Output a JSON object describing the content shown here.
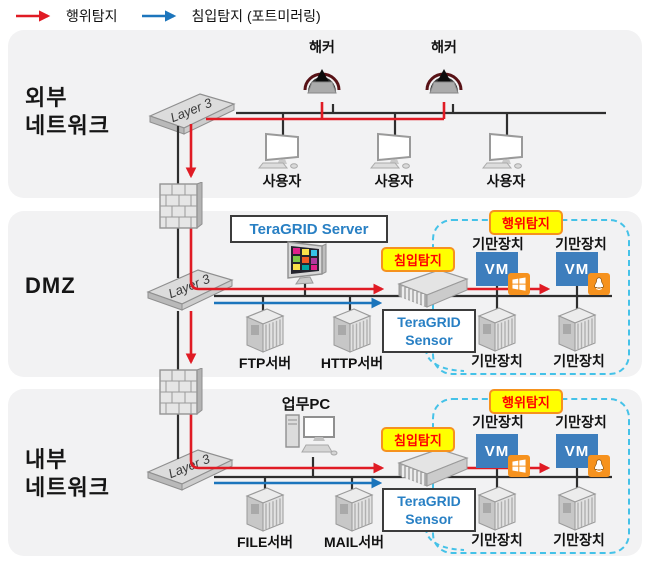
{
  "legend": {
    "behavior_label": "행위탐지",
    "intrusion_label": "침입탐지 (포트미러링)"
  },
  "colors": {
    "behavior_arrow_red": "#e01b24",
    "intrusion_arrow_blue": "#1c75bc",
    "deception_dashed_cyan": "#45c2e8",
    "vm_blue": "#3d7ebd",
    "os_chip_orange": "#f6921e",
    "badge_yellow": "#ffff00",
    "badge_text_red": "#ff0000",
    "teragrid_text_blue": "#2980c4",
    "zone_background": "#f2f2f3"
  },
  "zones": {
    "external": {
      "label": "외부\n네트워크",
      "switch_label": "Layer 3",
      "hackers": [
        "해커",
        "해커"
      ],
      "users": [
        "사용자",
        "사용자",
        "사용자"
      ]
    },
    "dmz": {
      "label": "DMZ",
      "switch_label": "Layer 3",
      "server_box_label": "TeraGRID Server",
      "intrusion_badge": "침입탐지",
      "behavior_badge": "행위탐지",
      "sensor_box_label": "TeraGRID\nSensor",
      "vm_caption": "VM",
      "vm_labels": [
        "기만장치",
        "기만장치"
      ],
      "deception_labels": [
        "기만장치",
        "기만장치"
      ],
      "servers": [
        "FTP서버",
        "HTTP서버"
      ]
    },
    "internal": {
      "label": "내부\n네트워크",
      "switch_label": "Layer 3",
      "pc_label": "업무PC",
      "intrusion_badge": "침입탐지",
      "behavior_badge": "행위탐지",
      "sensor_box_label": "TeraGRID\nSensor",
      "vm_caption": "VM",
      "vm_labels": [
        "기만장치",
        "기만장치"
      ],
      "deception_labels": [
        "기만장치",
        "기만장치"
      ],
      "servers": [
        "FILE서버",
        "MAIL서버"
      ]
    }
  }
}
